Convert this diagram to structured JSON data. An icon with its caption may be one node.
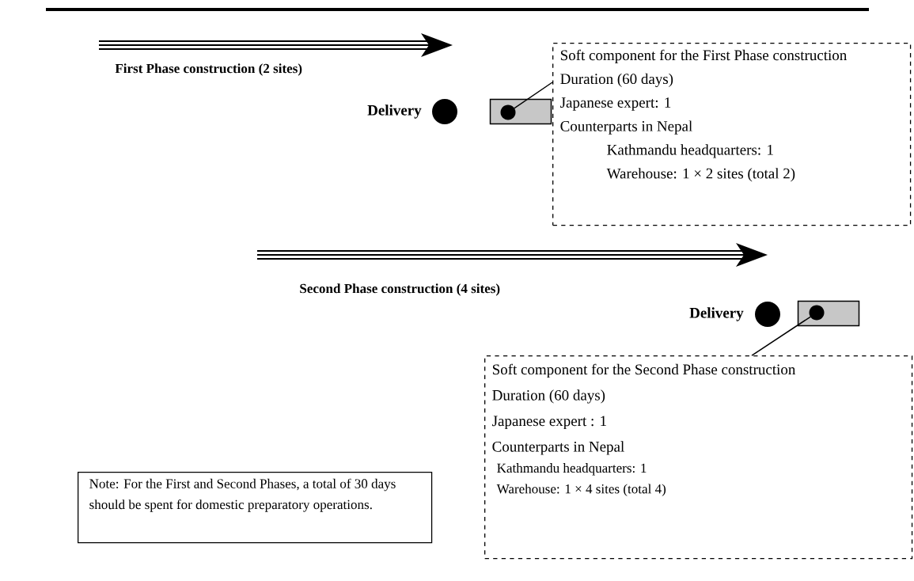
{
  "diagram": {
    "nodes": [
      {
        "text": [],
        "shape": "circle",
        "beside": [
          "Delivery"
        ]
      },
      {
        "text": [],
        "shape": "bar"
      },
      {
        "text": [
          "Soft component for the First Phase construction",
          "Duration (60 days)",
          "Japanese expert: 1",
          "Counterparts in Nepal",
          "Kathmandu headquarters: 1",
          "Warehouse: 1 × 2 sites (total 2)"
        ]
      },
      {
        "text": [],
        "shape": "circle",
        "beside": [
          "Delivery"
        ]
      },
      {
        "text": [],
        "shape": "bar"
      },
      {
        "text": [
          "Soft component for the Second Phase construction",
          "Duration (60 days)",
          "Japanese expert : 1",
          "Counterparts in Nepal",
          "Kathmandu headquarters: 1",
          "Warehouse: 1 × 4 sites (total 4)"
        ]
      },
      {
        "text": [
          "Note: For the First and Second Phases, a total of 30 days should be spent for domestic preparatory operations."
        ]
      }
    ],
    "edges": [
      {
        "from": 2,
        "to": 1,
        "arrow": "none"
      },
      {
        "from": 5,
        "to": 4,
        "arrow": "none"
      }
    ],
    "labels": [
      "First Phase construction (2 sites)",
      "Second Phase construction (4 sites)"
    ]
  }
}
